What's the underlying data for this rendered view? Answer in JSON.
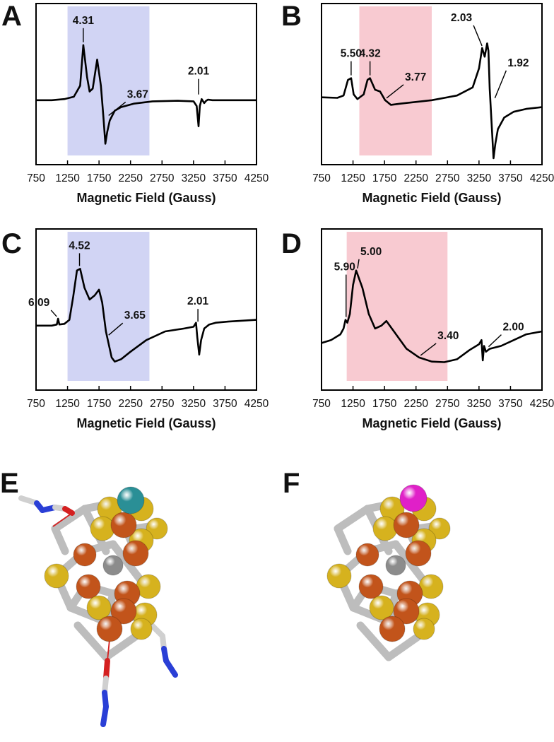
{
  "colors": {
    "blue_highlight": "#9aa0e6",
    "red_highlight": "#f08a9a",
    "sulfur": "#d6b21e",
    "iron": "#c2541b",
    "carbon": "#d0d0d0",
    "central_atom": "#8c8c8c",
    "nitrogen": "#2a3fd6",
    "oxygen": "#d42020",
    "metal_E": "#2a8f96",
    "metal_F": "#e020c8"
  },
  "chart_data": [
    {
      "panel": "A",
      "type": "line",
      "xlabel": "Magnetic Field  (Gauss)",
      "xlim": [
        750,
        4250
      ],
      "xticks": [
        "750",
        "1250",
        "1750",
        "2250",
        "2750",
        "3250",
        "3750",
        "4250"
      ],
      "highlight": {
        "x": [
          1250,
          2550
        ],
        "color": "blue"
      },
      "series": [
        {
          "x": [
            750,
            1000,
            1200,
            1350,
            1450,
            1500,
            1560,
            1600,
            1650,
            1720,
            1780,
            1820,
            1850,
            1880,
            1920,
            2000,
            2100,
            2300,
            2600,
            3000,
            3250,
            3300,
            3330,
            3350,
            3380,
            3420,
            3450,
            3480,
            3550,
            3800,
            4250
          ],
          "y": [
            0,
            0,
            0.02,
            0.06,
            0.25,
            0.95,
            0.4,
            0.15,
            0.2,
            0.7,
            0.25,
            -0.3,
            -0.75,
            -0.55,
            -0.35,
            -0.18,
            -0.12,
            -0.06,
            -0.02,
            -0.01,
            -0.02,
            -0.1,
            -0.45,
            -0.1,
            0.02,
            -0.05,
            -0.01,
            0.01,
            0,
            0,
            0
          ]
        }
      ],
      "peaks": [
        {
          "label": "4.31",
          "x": 1500,
          "y": 0.95
        },
        {
          "label": "3.67",
          "x": 1880,
          "y": -0.3
        },
        {
          "label": "2.01",
          "x": 3330,
          "y": 0.05
        }
      ]
    },
    {
      "panel": "B",
      "type": "line",
      "xlabel": "Magnetic Field (Gauss)",
      "xlim": [
        750,
        4250
      ],
      "xticks": [
        "750",
        "1250",
        "1750",
        "2250",
        "2750",
        "3250",
        "3750",
        "4250"
      ],
      "highlight": {
        "x": [
          1350,
          2500
        ],
        "color": "red"
      },
      "series": [
        {
          "x": [
            750,
            1000,
            1100,
            1170,
            1220,
            1260,
            1320,
            1420,
            1480,
            1520,
            1600,
            1680,
            1760,
            1850,
            2000,
            2500,
            2900,
            3150,
            3250,
            3300,
            3340,
            3380,
            3400,
            3420,
            3450,
            3480,
            3510,
            3550,
            3650,
            3800,
            4000,
            4250
          ],
          "y": [
            0.05,
            0.04,
            0.08,
            0.35,
            0.38,
            0.1,
            0.02,
            0.1,
            0.35,
            0.38,
            0.18,
            0.15,
            0.0,
            -0.08,
            -0.06,
            0.0,
            0.08,
            0.22,
            0.55,
            0.9,
            0.75,
            0.98,
            0.85,
            0.2,
            -0.4,
            -1.0,
            -0.75,
            -0.5,
            -0.3,
            -0.2,
            -0.15,
            -0.12
          ]
        }
      ],
      "peaks": [
        {
          "label": "5.50",
          "x": 1220,
          "y": 0.38
        },
        {
          "label": "4.32",
          "x": 1520,
          "y": 0.38
        },
        {
          "label": "3.77",
          "x": 1760,
          "y": 0.0
        },
        {
          "label": "2.03",
          "x": 3320,
          "y": 0.9
        },
        {
          "label": "1.92",
          "x": 3480,
          "y": 0.0
        }
      ]
    },
    {
      "panel": "C",
      "type": "line",
      "xlabel": "Magnetic Field  (Gauss)",
      "xlim": [
        750,
        4250
      ],
      "xticks": [
        "750",
        "1250",
        "1750",
        "2250",
        "2750",
        "3250",
        "3750",
        "4250"
      ],
      "highlight": {
        "x": [
          1250,
          2550
        ],
        "color": "blue"
      },
      "series": [
        {
          "x": [
            750,
            1000,
            1080,
            1100,
            1120,
            1200,
            1280,
            1340,
            1400,
            1450,
            1520,
            1600,
            1680,
            1750,
            1800,
            1860,
            1950,
            2000,
            2100,
            2250,
            2500,
            2800,
            3100,
            3250,
            3290,
            3310,
            3340,
            3370,
            3420,
            3500,
            3600,
            3800,
            4250
          ],
          "y": [
            0,
            0,
            0.02,
            0.12,
            0.02,
            0.03,
            0.1,
            0.5,
            0.95,
            0.98,
            0.65,
            0.45,
            0.52,
            0.62,
            0.4,
            -0.1,
            -0.55,
            -0.62,
            -0.58,
            -0.45,
            -0.25,
            -0.1,
            -0.05,
            -0.02,
            0.05,
            -0.2,
            -0.5,
            -0.25,
            -0.05,
            0.02,
            0.05,
            0.07,
            0.1
          ]
        }
      ],
      "peaks": [
        {
          "label": "6.09",
          "x": 1100,
          "y": 0.12
        },
        {
          "label": "4.52",
          "x": 1440,
          "y": 0.98
        },
        {
          "label": "3.65",
          "x": 1880,
          "y": -0.2
        },
        {
          "label": "2.01",
          "x": 3320,
          "y": 0.02
        }
      ]
    },
    {
      "panel": "D",
      "type": "line",
      "xlabel": "Magnetic Field (Gauss)",
      "xlim": [
        750,
        4250
      ],
      "xticks": [
        "750",
        "1250",
        "1750",
        "2250",
        "2750",
        "3250",
        "3750",
        "4250"
      ],
      "highlight": {
        "x": [
          1150,
          2750
        ],
        "color": "red"
      },
      "series": [
        {
          "x": [
            750,
            900,
            1050,
            1100,
            1130,
            1160,
            1200,
            1250,
            1300,
            1400,
            1500,
            1600,
            1700,
            1780,
            1900,
            2100,
            2300,
            2500,
            2700,
            2900,
            3100,
            3250,
            3290,
            3310,
            3330,
            3360,
            3420,
            3600,
            3800,
            4000,
            4250
          ],
          "y": [
            -0.3,
            -0.25,
            -0.15,
            -0.05,
            0.1,
            0.05,
            0.2,
            0.7,
            0.95,
            0.65,
            0.2,
            -0.05,
            0.0,
            0.08,
            -0.1,
            -0.4,
            -0.55,
            -0.62,
            -0.63,
            -0.58,
            -0.42,
            -0.32,
            -0.25,
            -0.6,
            -0.35,
            -0.45,
            -0.4,
            -0.35,
            -0.25,
            -0.15,
            -0.1
          ]
        }
      ],
      "peaks": [
        {
          "label": "5.90",
          "x": 1140,
          "y": 0.1
        },
        {
          "label": "5.00",
          "x": 1300,
          "y": 0.95
        },
        {
          "label": "3.40",
          "x": 2300,
          "y": -0.55
        },
        {
          "label": "2.00",
          "x": 3380,
          "y": -0.4
        }
      ]
    }
  ],
  "structures": [
    {
      "panel": "E",
      "metal_color_key": "metal_E"
    },
    {
      "panel": "F",
      "metal_color_key": "metal_F"
    }
  ]
}
